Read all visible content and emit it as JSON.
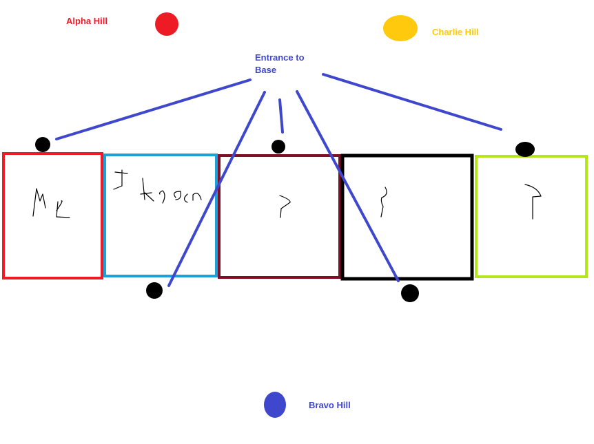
{
  "hills": {
    "alpha": {
      "label": "Alpha Hill",
      "color": "#ed1c24"
    },
    "bravo": {
      "label": "Bravo Hill",
      "color": "#3f48cc"
    },
    "charlie": {
      "label": "Charlie Hill",
      "color": "#ffc90e"
    }
  },
  "entrance": {
    "label_line1": "Entrance to",
    "label_line2": "Base",
    "color": "#3f48cc"
  },
  "rooms": [
    {
      "label": "Me",
      "border": "#ed1c24"
    },
    {
      "label": "J Kaen",
      "border": "#1ba0d8"
    },
    {
      "label": "?",
      "border": "#7f0f24"
    },
    {
      "label": "?",
      "border": "#000000"
    },
    {
      "label": "?",
      "border": "#b5e61d"
    }
  ]
}
